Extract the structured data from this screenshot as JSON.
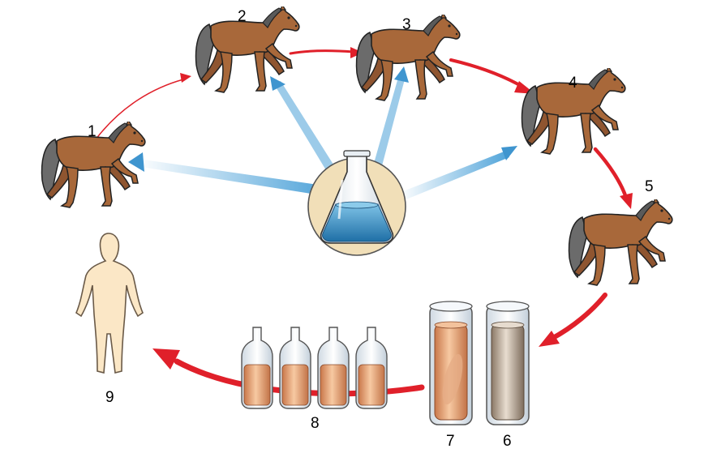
{
  "diagram": {
    "labels": {
      "horse_1": "1",
      "horse_2": "2",
      "horse_3": "3",
      "horse_4": "4",
      "horse_5": "5",
      "tube_6": "6",
      "tube_7": "7",
      "vials": "8",
      "human": "9"
    }
  },
  "colors": {
    "horse_body": "#a8683a",
    "horse_mane": "#6b6b6b",
    "flow_arrow": "#e0202a",
    "injection_arrow": "#5aa7d8",
    "flask_liquid": "#3b8fc4",
    "flask_circle": "#f1dfb8",
    "human_skin": "#fbe7c6",
    "serum": "#e0a070"
  }
}
